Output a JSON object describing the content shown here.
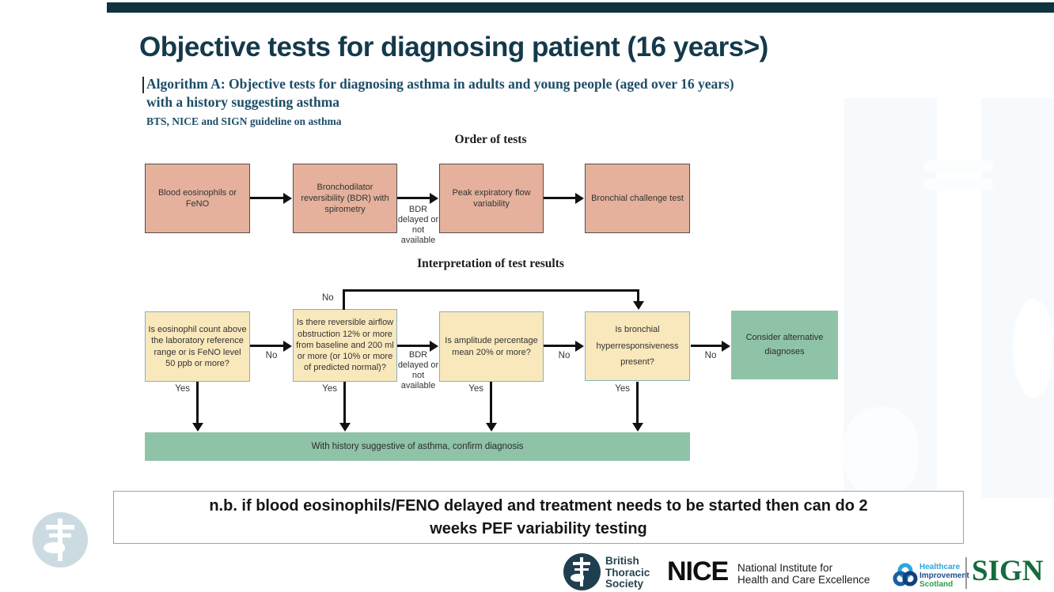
{
  "slide": {
    "title": "Objective tests for diagnosing patient (16 years>)",
    "subtitle_line1": "Algorithm A: Objective tests for diagnosing asthma in adults and young people (aged over 16 years)",
    "subtitle_line2": "with a history suggesting asthma",
    "guideline_line": "BTS, NICE and SIGN guideline on asthma"
  },
  "order_of_tests": {
    "heading": "Order of tests",
    "boxes": [
      {
        "text": "Blood eosinophils or FeNO"
      },
      {
        "text": "Bronchodilator reversibility (BDR) with spirometry"
      },
      {
        "text": "Peak expiratory flow variability"
      },
      {
        "text": "Bronchial challenge test"
      }
    ],
    "bdr_note": "BDR delayed or not available"
  },
  "interpretation": {
    "heading": "Interpretation of test results",
    "boxes": [
      {
        "text": "Is eosinophil count above the laboratory reference range or is FeNO level 50 ppb or more?"
      },
      {
        "text": "Is there reversible airflow obstruction 12% or more from baseline and 200 ml or more (or 10% or more of predicted normal)?"
      },
      {
        "text": "Is amplitude percentage mean 20% or more?"
      },
      {
        "text": "Is bronchial hyperresponsiveness present?"
      },
      {
        "text": "Consider alternative diagnoses"
      }
    ],
    "bdr_note": "BDR delayed or not available",
    "labels": {
      "yes": "Yes",
      "no": "No"
    },
    "confirm_bar": "With history suggestive of asthma, confirm diagnosis"
  },
  "note": {
    "line1": "n.b. if blood eosinophils/FENO delayed and treatment needs to be started then can do 2",
    "line2": "weeks PEF variability testing"
  },
  "footer": {
    "bts": {
      "line1": "British",
      "line2": "Thoracic",
      "line3": "Society"
    },
    "nice": {
      "wordmark": "NICE",
      "tagline1": "National Institute for",
      "tagline2": "Health and Care Excellence"
    },
    "his": {
      "line1": "Healthcare",
      "line2": "Improvement",
      "line3": "Scotland"
    },
    "sign": "SIGN"
  },
  "colors": {
    "top_bar": "#10313f",
    "title_teal": "#14394b",
    "subtitle_navy": "#1d4d68",
    "salmon_box": "#e5b19c",
    "yellow_box": "#f8e8bb",
    "yellow_border": "#85b1c3",
    "green_box": "#8fc3a8",
    "sign_green": "#156b3e",
    "nice_black": "#0f0f0f"
  }
}
